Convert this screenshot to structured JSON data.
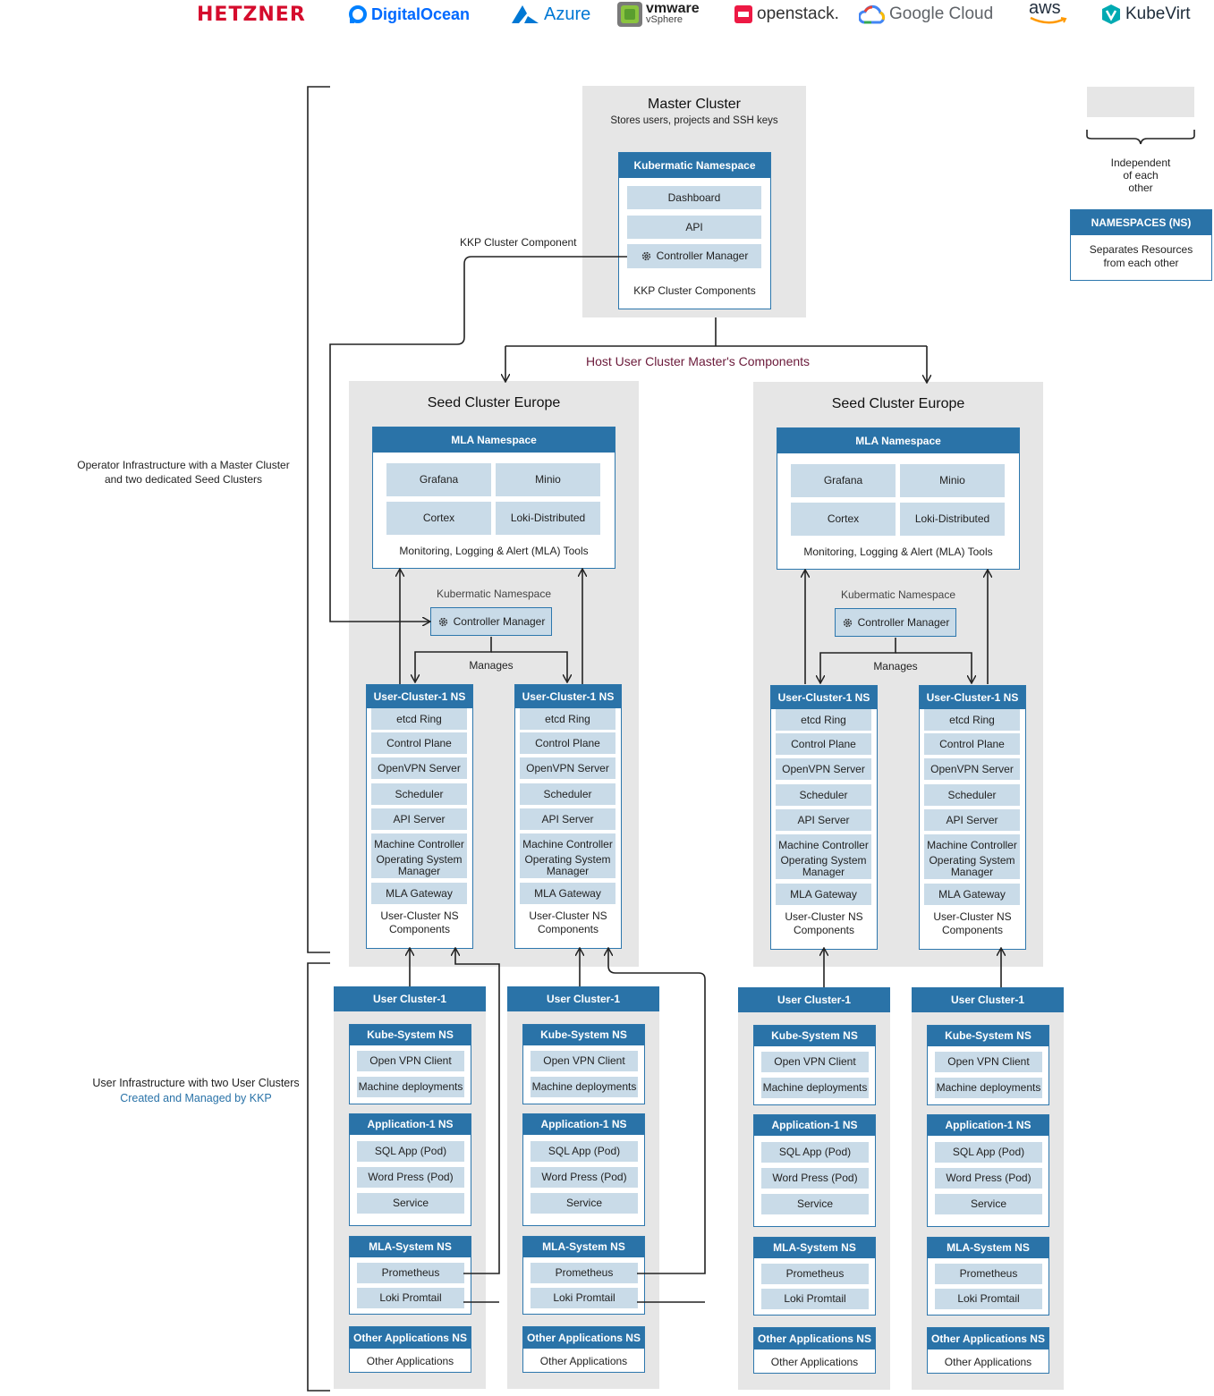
{
  "logos": {
    "hetzner": "HETZNER",
    "digitalocean": "DigitalOcean",
    "azure": "Azure",
    "vmware": "vmware",
    "vmware_sub": "vSphere",
    "openstack": "openstack.",
    "google": "Google Cloud",
    "aws": "aws",
    "kubevirt": "KubeVirt"
  },
  "left_labels": {
    "operator_line1": "Operator Infrastructure with a Master Cluster",
    "operator_line2": "and two dedicated Seed Clusters",
    "user_line1": "User Infrastructure with two User Clusters",
    "user_line2": "Created and Managed by KKP"
  },
  "legend": {
    "independent_line1": "Independent",
    "independent_line2": "of each",
    "independent_line3": "other",
    "ns_title": "NAMESPACES (NS)",
    "ns_line1": "Separates Resources",
    "ns_line2": "from each other"
  },
  "master": {
    "title": "Master Cluster",
    "subtitle": "Stores users, projects and SSH keys",
    "ns_title": "Kubermatic Namespace",
    "items": [
      "Dashboard",
      "API",
      "Controller Manager"
    ],
    "footer": "KKP Cluster Components"
  },
  "kkp_component_label": "KKP Cluster Component",
  "host_label": "Host User Cluster Master's Components",
  "seeds": [
    {
      "title": "Seed Cluster Europe",
      "mla_ns": "MLA Namespace",
      "mla_items": [
        "Grafana",
        "Minio",
        "Cortex",
        "Loki-Distributed"
      ],
      "mla_footer": "Monitoring, Logging & Alert (MLA) Tools",
      "kubermatic_ns": "Kubermatic Namespace",
      "controller": "Controller Manager",
      "manages": "Manages"
    },
    {
      "title": "Seed Cluster Europe",
      "mla_ns": "MLA Namespace",
      "mla_items": [
        "Grafana",
        "Minio",
        "Cortex",
        "Loki-Distributed"
      ],
      "mla_footer": "Monitoring, Logging & Alert (MLA) Tools",
      "kubermatic_ns": "Kubermatic Namespace",
      "controller": "Controller Manager",
      "manages": "Manages"
    }
  ],
  "user_cluster_ns": {
    "title": "User-Cluster-1 NS",
    "items": [
      "etcd Ring",
      "Control Plane",
      "OpenVPN Server",
      "Scheduler",
      "API Server",
      "Machine Controller",
      "Operating System Manager",
      "MLA Gateway"
    ],
    "footer": "User-Cluster NS Components"
  },
  "user_cluster": {
    "title": "User Cluster-1",
    "kube_system": {
      "title": "Kube-System NS",
      "items": [
        "Open VPN Client",
        "Machine deployments"
      ]
    },
    "application": {
      "title": "Application-1 NS",
      "items": [
        "SQL App (Pod)",
        "Word Press (Pod)",
        "Service"
      ]
    },
    "mla_system": {
      "title": "MLA-System NS",
      "items": [
        "Prometheus",
        "Loki Promtail"
      ]
    },
    "other": {
      "title": "Other Applications NS",
      "items": [
        "Other Applications"
      ]
    }
  },
  "colors": {
    "ns_blue": "#2a73a8",
    "item_blue": "#c9dbe8",
    "cluster_gray": "#e6e6e6",
    "host_label": "#6b1a3a",
    "link_blue": "#2a73a8"
  }
}
